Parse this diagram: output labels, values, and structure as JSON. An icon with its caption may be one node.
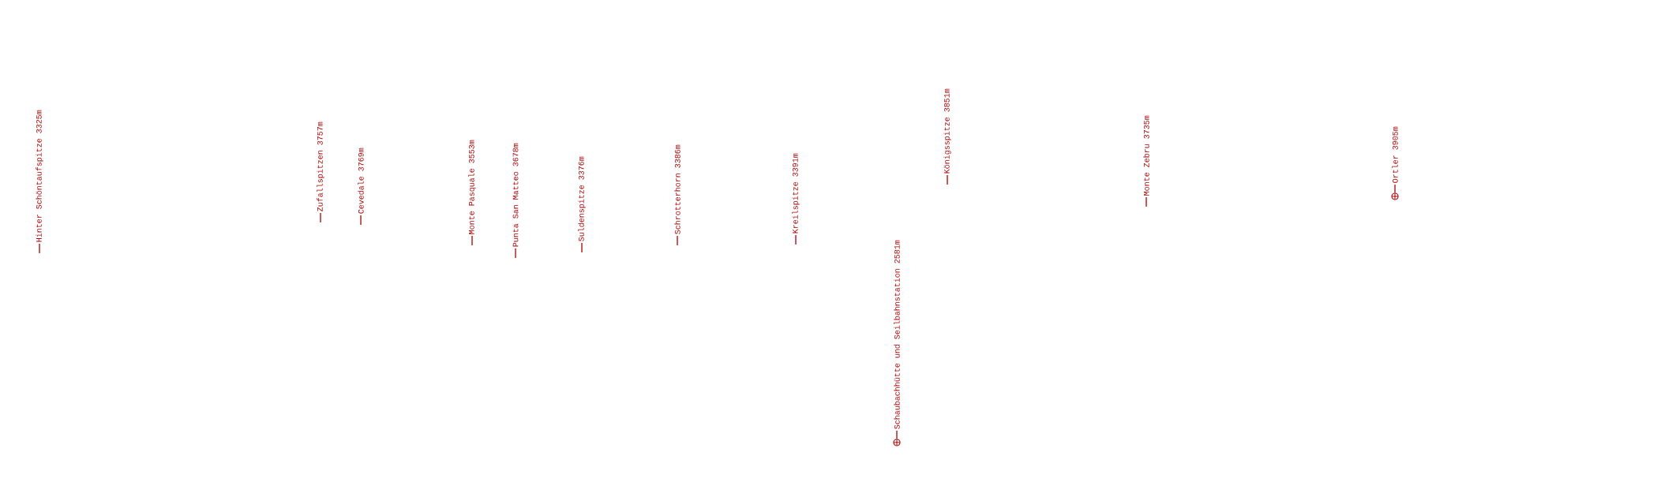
{
  "diagram": {
    "nodes": [
      {
        "text": [
          "Hinter Schöntaufspitze 3325m"
        ]
      },
      {
        "text": [
          "Zufallspitzen 3757m"
        ]
      },
      {
        "text": [
          "Cevedale 3769m"
        ]
      },
      {
        "text": [
          "Monte Pasquale 3553m"
        ]
      },
      {
        "text": [
          "Punta San Matteo 3678m"
        ]
      },
      {
        "text": [
          "Suldenspitze 3376m"
        ]
      },
      {
        "text": [
          "Schrotterhorn 3386m"
        ]
      },
      {
        "text": [
          "Kreilspitze 3391m"
        ]
      },
      {
        "text": [
          "Schaubachhütte und Seilbahnstation 2581m"
        ]
      },
      {
        "text": [],
        "shape": "circle"
      },
      {
        "text": [
          "Königsspitze 3851m"
        ]
      },
      {
        "text": [
          "Monte Zebru 3735m"
        ]
      },
      {
        "text": [
          "Ortler 3905m"
        ]
      },
      {
        "text": [],
        "shape": "circle"
      }
    ],
    "edges": [
      {
        "from": 0,
        "to": null,
        "arrow": "none"
      },
      {
        "from": 1,
        "to": null,
        "arrow": "none"
      },
      {
        "from": 2,
        "to": null,
        "arrow": "none"
      },
      {
        "from": 3,
        "to": null,
        "arrow": "none"
      },
      {
        "from": 4,
        "to": null,
        "arrow": "none"
      },
      {
        "from": 5,
        "to": null,
        "arrow": "none"
      },
      {
        "from": 6,
        "to": null,
        "arrow": "none"
      },
      {
        "from": 7,
        "to": null,
        "arrow": "none"
      },
      {
        "from": 8,
        "to": 9,
        "arrow": "none"
      },
      {
        "from": 10,
        "to": null,
        "arrow": "none"
      },
      {
        "from": 11,
        "to": null,
        "arrow": "none"
      },
      {
        "from": 12,
        "to": 13,
        "arrow": "none"
      }
    ]
  }
}
